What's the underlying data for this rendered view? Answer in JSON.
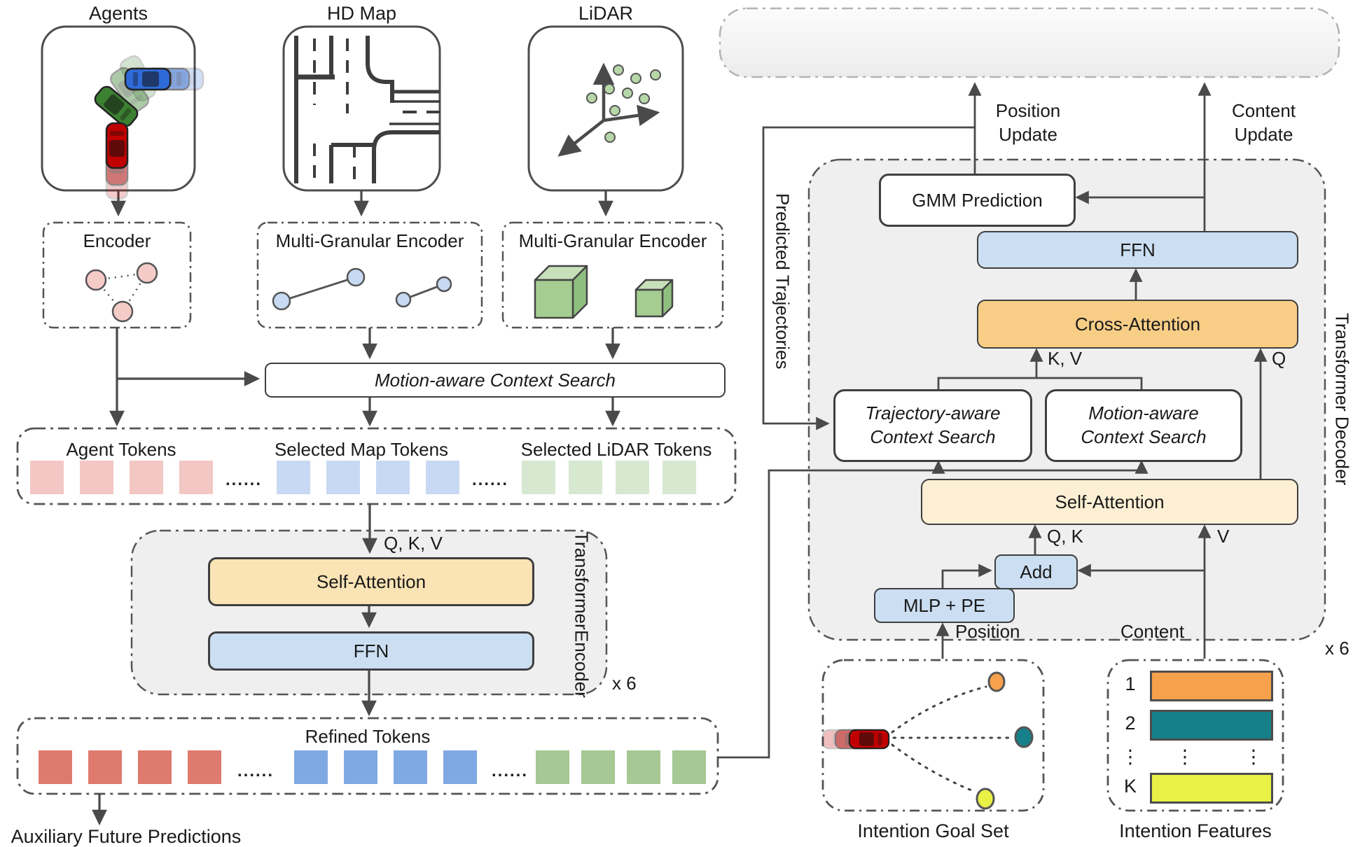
{
  "colors": {
    "line": "#4a4a4a",
    "token-pink": "#F3C7C3",
    "token-blue": "#C8D9F3",
    "token-green": "#D7E8D0",
    "refined-red": "#DF7A6E",
    "refined-blue": "#7FA9E2",
    "refined-green": "#A5C894",
    "enc-attn": "#FAE3B4",
    "dec-attn": "#FCEFD4",
    "cross-attn": "#F8CE87",
    "ffn-blue": "#CBDEF2",
    "container-gray": "#EFEFEF",
    "goal-orange": "#F7A14C",
    "goal-teal": "#15808A",
    "goal-yellow": "#E9F147",
    "car-red": "#C00000",
    "car-green": "#3C8031",
    "car-blue": "#2F6BD8",
    "cube-front": "#A5CD92",
    "cube-top": "#C8E0BA",
    "cube-side": "#8FBF7F",
    "lidar-dot": "#B7D7A8",
    "circle-pink": "#F5CBC8",
    "circle-blue": "#C8D9F3"
  },
  "inputs": {
    "agents": "Agents",
    "hd_map": "HD Map",
    "lidar": "LiDAR"
  },
  "encoders": {
    "agent": "Encoder",
    "map": "Multi-Granular Encoder",
    "lidar": "Multi-Granular Encoder"
  },
  "context_search_left": "Motion-aware Context Search",
  "tokens": {
    "agent": "Agent Tokens",
    "map": "Selected Map Tokens",
    "lidar": "Selected LiDAR Tokens",
    "ellipsis": "......"
  },
  "encoder_block": {
    "qkv": "Q, K, V",
    "self_attention": "Self-Attention",
    "ffn": "FFN",
    "side_1": "Transformer",
    "side_2": "Encoder",
    "repeat": "x 6"
  },
  "refined": {
    "title": "Refined Tokens"
  },
  "aux_label": "Auxiliary Future Predictions",
  "predicted_trajectories": "Predicted Trajectories",
  "decoder": {
    "gmm": "GMM Prediction",
    "ffn": "FFN",
    "cross_attention": "Cross-Attention",
    "kv": "K, V",
    "q": "Q",
    "qk": "Q, K",
    "v": "V",
    "traj_search_1": "Trajectory-aware",
    "traj_search_2": "Context Search",
    "motion_search_1": "Motion-aware",
    "motion_search_2": "Context Search",
    "self_attention": "Self-Attention",
    "add": "Add",
    "mlp": "MLP + PE",
    "position": "Position",
    "content": "Content",
    "position_update_1": "Position",
    "position_update_2": "Update",
    "content_update_1": "Content",
    "content_update_2": "Update",
    "side_label": "Transformer Decoder",
    "repeat": "x 6"
  },
  "intention": {
    "goal_title": "Intention Goal Set",
    "features_title": "Intention Features",
    "rows": {
      "first": "1",
      "second": "2",
      "dots": "⋮",
      "last": "K"
    }
  }
}
